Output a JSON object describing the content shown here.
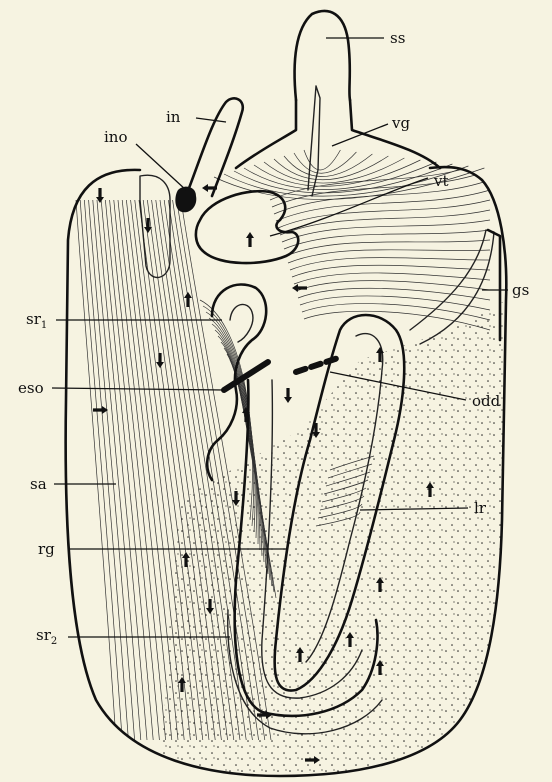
{
  "figure": {
    "background": "#f6f3e1",
    "ink": "#111111"
  },
  "labels": {
    "ss": "ss",
    "in": "in",
    "ino": "ino",
    "vg": "vg",
    "vt": "vt",
    "sr1_base": "sr",
    "sr1_sub": "1",
    "gs": "gs",
    "eso": "eso",
    "odd": "odd",
    "sa": "sa",
    "lr": "lr",
    "rg": "rg",
    "sr2_base": "sr",
    "sr2_sub": "2"
  }
}
